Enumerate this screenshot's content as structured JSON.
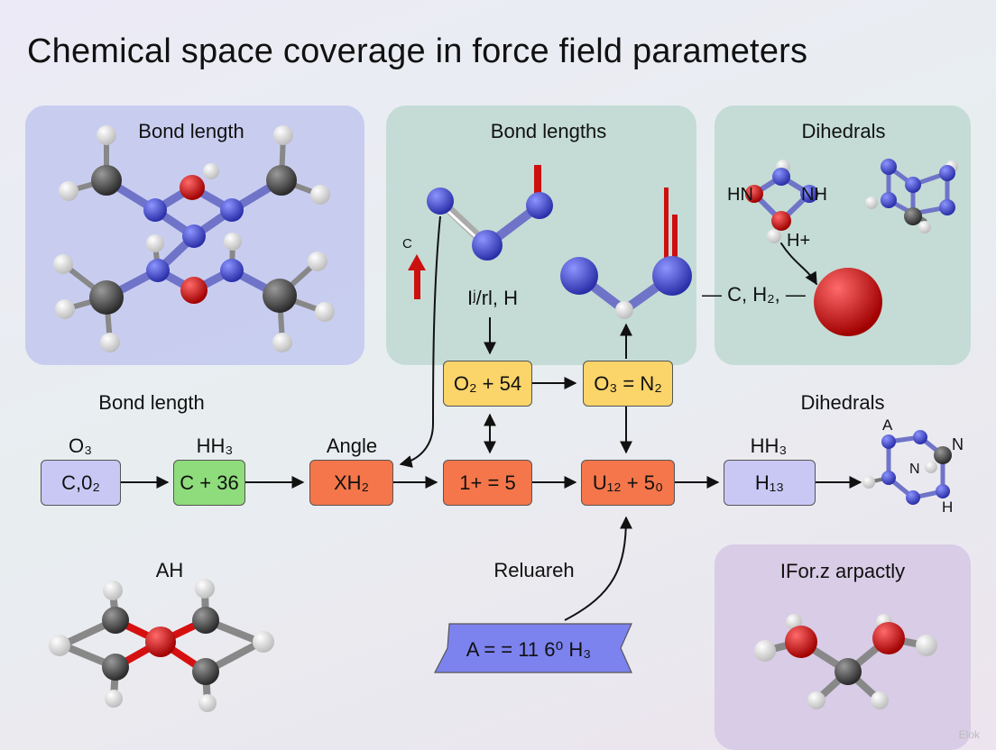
{
  "title": "Chemical space coverage in force field parameters",
  "panels": {
    "top_left_label": "Bond length",
    "top_middle_label": "Bond lengths",
    "top_right_label": "Dihedrals",
    "bottom_right_label": "IFor.z arpactly"
  },
  "labels": {
    "bond_length_mid": "Bond length",
    "dihedrals_mid": "Dihedrals",
    "ah": "AH",
    "reluareh": "Reluareh",
    "c_small": "C",
    "iyrl_h": "Iʲ/rl, H",
    "c_h2": "— C, H₂, —",
    "hn_left": "HN",
    "nh_right": "NH",
    "h_plus": "H+",
    "mol_a": "A",
    "mol_n": "N",
    "mol_n2": "N",
    "mol_h": "H"
  },
  "chain": {
    "n1": {
      "label": "C,0₂",
      "above": "O₃"
    },
    "n2": {
      "label": "C + 36",
      "above": "HH₃"
    },
    "n3": {
      "label": "XH₂",
      "above": "Angle"
    },
    "n4": {
      "label": "1+ = 5"
    },
    "n5": {
      "label": "U₁₂ + 5₀"
    },
    "n6": {
      "label": "H₁₃",
      "above": "HH₃"
    },
    "y1": {
      "label": "O₂ + 54"
    },
    "y2": {
      "label": "O₃ = N₂"
    }
  },
  "banner": {
    "label": "A = = 11 6⁰ H₃"
  },
  "watermark": "Elok",
  "colors": {
    "carbon": "#3d3d3d",
    "nitrogen": "#3f48cc",
    "oxygen": "#d90a0a",
    "hydrogen": "#f2f2f2",
    "node_purple": "#c9c8f5",
    "node_green": "#8fdc7c",
    "node_orange": "#f5764a",
    "node_yellow": "#fbd46a"
  }
}
